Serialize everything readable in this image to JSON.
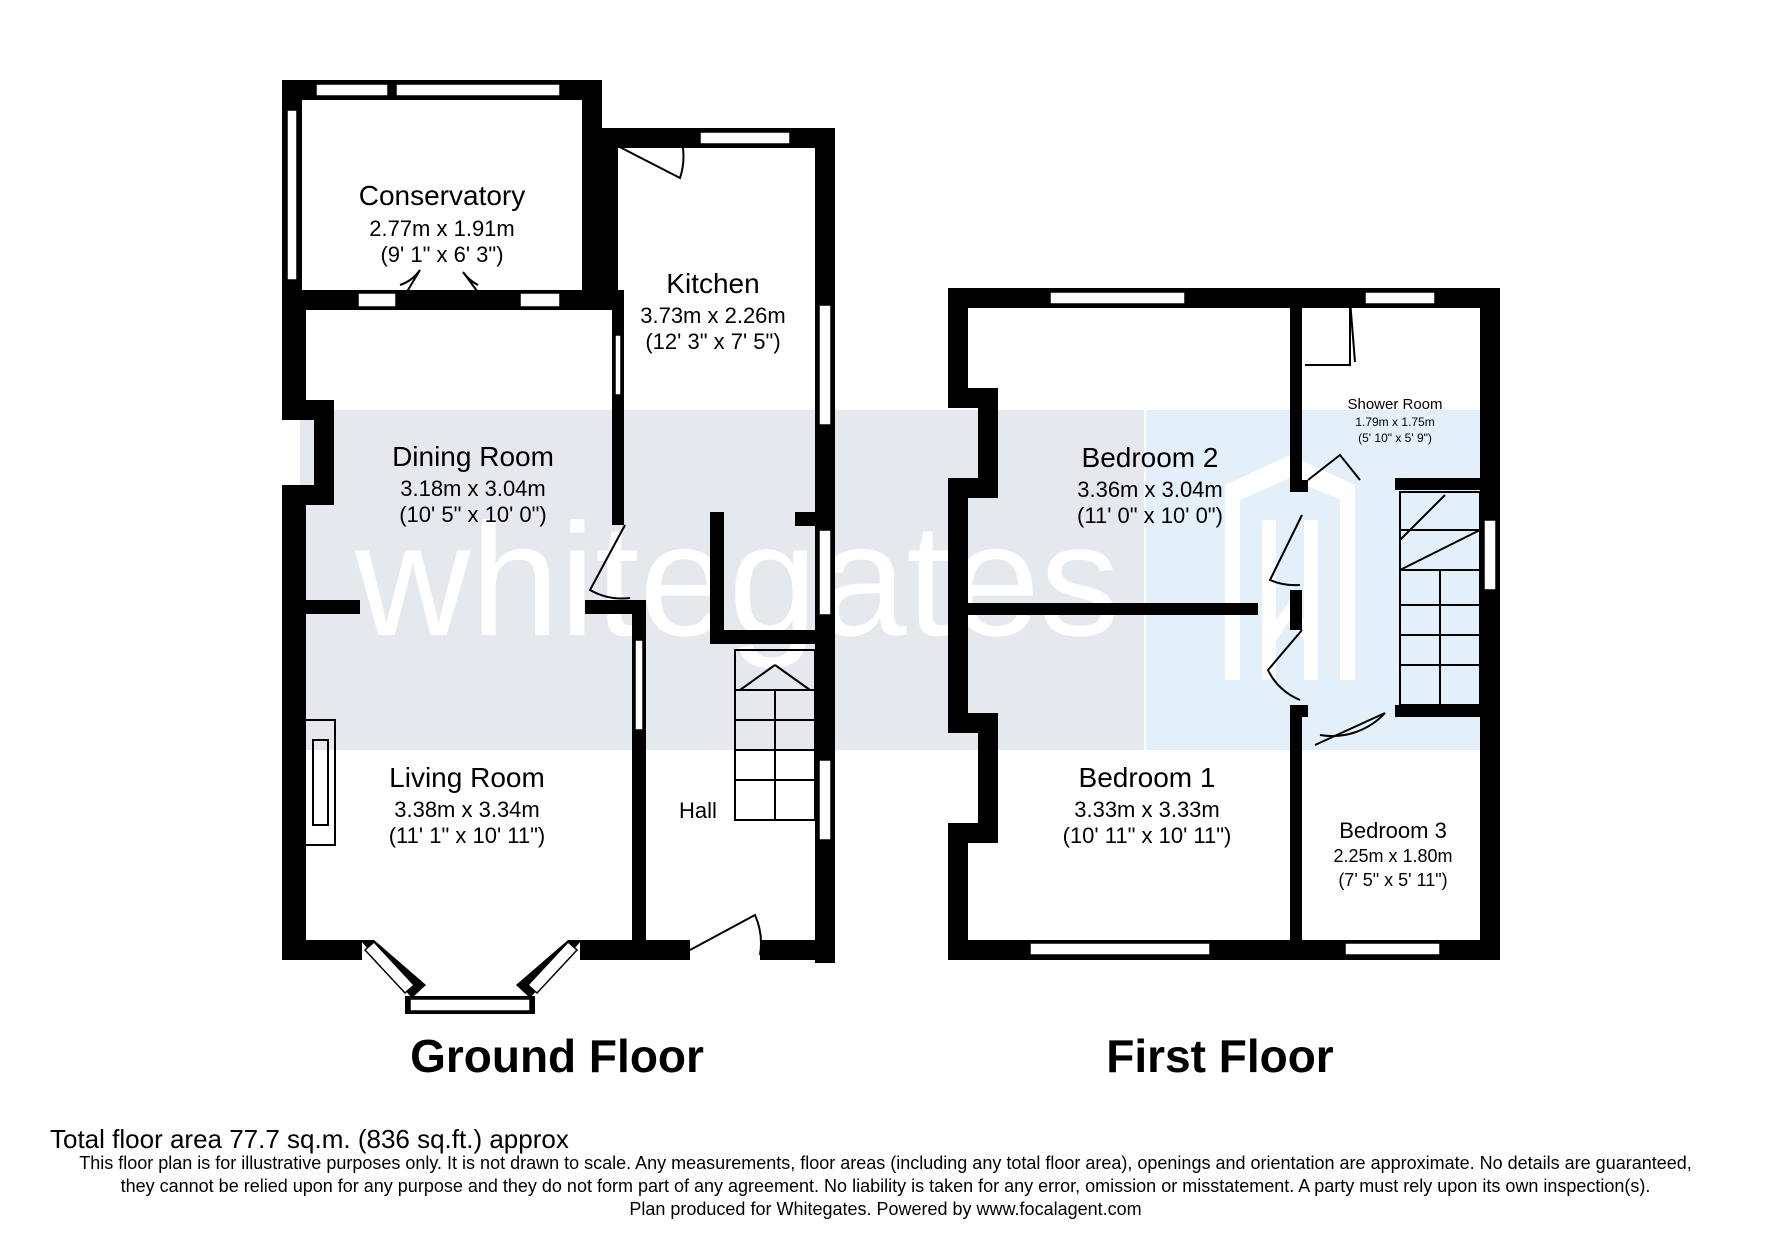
{
  "watermark": "whitegates",
  "floors": [
    {
      "title": "Ground Floor",
      "rooms": [
        {
          "name": "Conservatory",
          "metric": "2.77m x 1.91m",
          "imperial": "(9' 1\" x 6' 3\")"
        },
        {
          "name": "Kitchen",
          "metric": "3.73m x 2.26m",
          "imperial": "(12' 3\" x 7' 5\")"
        },
        {
          "name": "Dining Room",
          "metric": "3.18m x 3.04m",
          "imperial": "(10' 5\" x 10' 0\")"
        },
        {
          "name": "Living Room",
          "metric": "3.38m x 3.34m",
          "imperial": "(11' 1\" x 10' 11\")"
        },
        {
          "name": "Hall"
        }
      ]
    },
    {
      "title": "First Floor",
      "rooms": [
        {
          "name": "Bedroom 2",
          "metric": "3.36m x 3.04m",
          "imperial": "(11' 0\" x 10' 0\")"
        },
        {
          "name": "Shower Room",
          "metric": "1.79m x 1.75m",
          "imperial": "(5' 10\" x 5' 9\")"
        },
        {
          "name": "Bedroom 1",
          "metric": "3.33m x 3.33m",
          "imperial": "(10' 11\" x 10' 11\")"
        },
        {
          "name": "Bedroom 3",
          "metric": "2.25m x 1.80m",
          "imperial": "(7' 5\" x 5' 11\")"
        }
      ]
    }
  ],
  "total_area": "Total floor area 77.7 sq.m. (836 sq.ft.) approx",
  "disclaimer": [
    "This floor plan is for illustrative purposes only. It is not drawn to scale. Any measurements, floor areas (including any total floor area), openings and orientation are approximate. No details are guaranteed,",
    "they cannot be relied upon for any purpose and they do not form part of any agreement. No liability is taken for any error, omission or misstatement. A party must rely upon its own inspection(s).",
    "Plan produced for Whitegates. Powered by www.focalagent.com"
  ],
  "colors": {
    "wall": "#000000",
    "watermark_band": "#e5e9ee",
    "watermark_box": "#e3eff9",
    "background": "#ffffff"
  }
}
